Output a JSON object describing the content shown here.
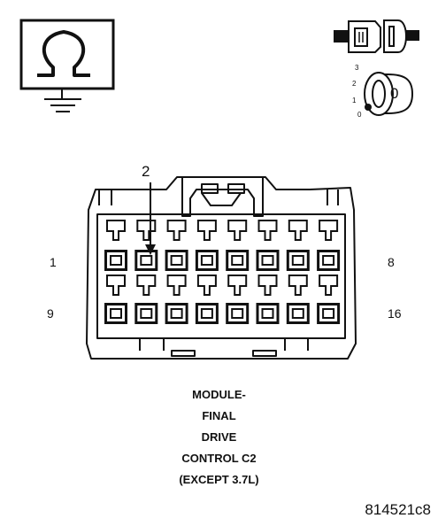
{
  "icons": {
    "ground_symbol": "ohm-ground-icon",
    "connector_symbol": "connector-plug-icon",
    "ignition_symbol": "ignition-key-icon"
  },
  "ignition": {
    "positions": [
      "3",
      "2",
      "1",
      "0"
    ],
    "key_label": "0"
  },
  "connector": {
    "callout_pin": "2",
    "row1_start": "1",
    "row1_end": "8",
    "row2_start": "9",
    "row2_end": "16"
  },
  "caption": {
    "lines": [
      "MODULE-",
      "FINAL",
      "DRIVE",
      "CONTROL C2",
      "(EXCEPT 3.7L)"
    ]
  },
  "figure_id": "814521c8"
}
